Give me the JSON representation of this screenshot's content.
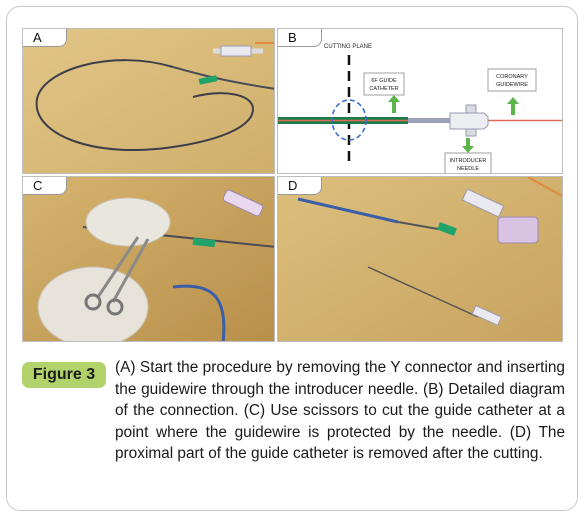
{
  "figure_label": "Figure 3",
  "panels": {
    "a": {
      "label": "A"
    },
    "b": {
      "label": "B",
      "cutting_plane": "CUTTING PLANE",
      "guide_catheter_line1": "6F GUIDE",
      "guide_catheter_line2": "CATHETER",
      "coronary_line1": "CORONARY",
      "coronary_line2": "GUIDEWIRE",
      "needle_line1": "INTRODUCER",
      "needle_line2": "NEEDLE"
    },
    "c": {
      "label": "C"
    },
    "d": {
      "label": "D"
    }
  },
  "caption": "(A) Start the procedure by removing the Y connector and inserting the guidewire through the introducer needle. (B) Detailed diagram of the connection. (C) Use scissors to cut the guide catheter at a point where the guidewire is protected by the needle. (D) The proximal part of the guide catheter is removed after the cutting.",
  "colors": {
    "label_bg": "#b2d26c",
    "catheter_green": "#1f7a4a",
    "guidewire_red": "#e06a55",
    "arrow_green": "#5ab54a",
    "plane_blue": "#3a6fd1"
  }
}
